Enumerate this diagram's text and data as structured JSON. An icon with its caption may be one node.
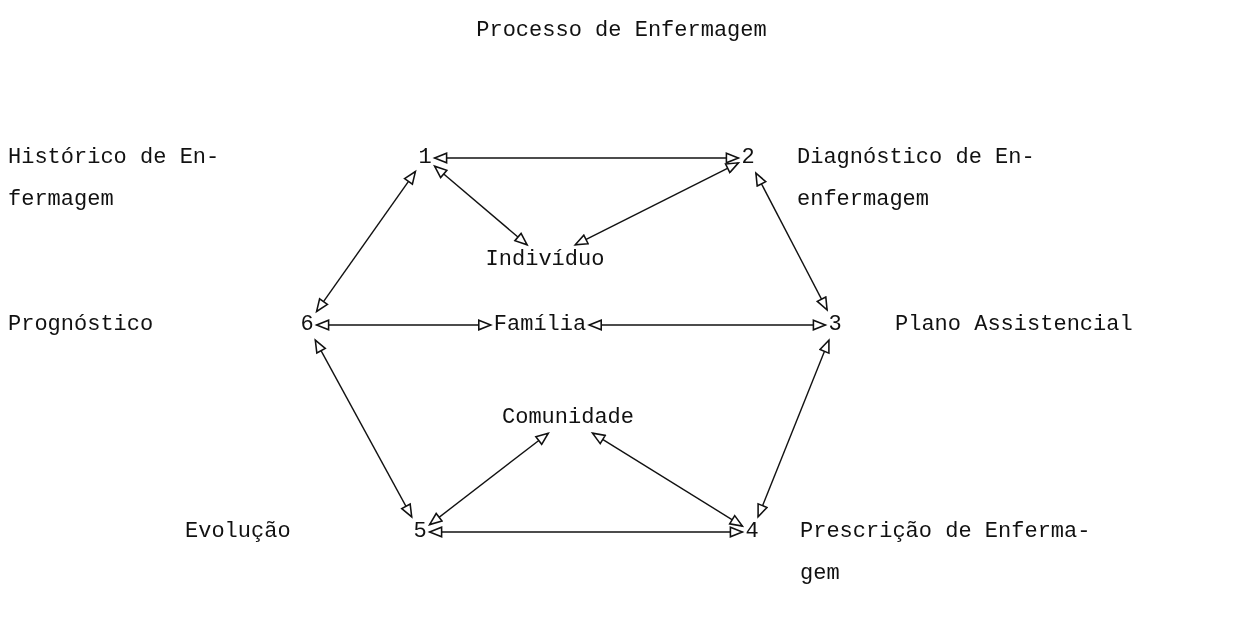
{
  "diagram": {
    "title": "Processo de Enfermagem",
    "nodes": [
      {
        "text": [
          "1"
        ]
      },
      {
        "text": [
          "2"
        ]
      },
      {
        "text": [
          "Indivíduo"
        ]
      },
      {
        "text": [
          "6"
        ]
      },
      {
        "text": [
          "Família"
        ]
      },
      {
        "text": [
          "3"
        ]
      },
      {
        "text": [
          "Comunidade"
        ]
      },
      {
        "text": [
          "5"
        ]
      },
      {
        "text": [
          "4"
        ]
      }
    ],
    "edges": [
      {
        "from": 0,
        "to": 1,
        "arrow": "both"
      },
      {
        "from": 0,
        "to": 2,
        "arrow": "both"
      },
      {
        "from": 1,
        "to": 2,
        "arrow": "both"
      },
      {
        "from": 0,
        "to": 3,
        "arrow": "both"
      },
      {
        "from": 1,
        "to": 5,
        "arrow": "both"
      },
      {
        "from": 3,
        "to": 4,
        "arrow": "both"
      },
      {
        "from": 4,
        "to": 5,
        "arrow": "both"
      },
      {
        "from": 3,
        "to": 7,
        "arrow": "both"
      },
      {
        "from": 5,
        "to": 8,
        "arrow": "both"
      },
      {
        "from": 6,
        "to": 7,
        "arrow": "both"
      },
      {
        "from": 6,
        "to": 8,
        "arrow": "both"
      },
      {
        "from": 7,
        "to": 8,
        "arrow": "both"
      }
    ],
    "labels": [
      "Histórico de En- fermagem",
      "Diagnóstico de En- enfermagem",
      "Prognóstico",
      "Plano Assistencial",
      "Evolução",
      "Prescrição de Enferma- gem"
    ]
  }
}
